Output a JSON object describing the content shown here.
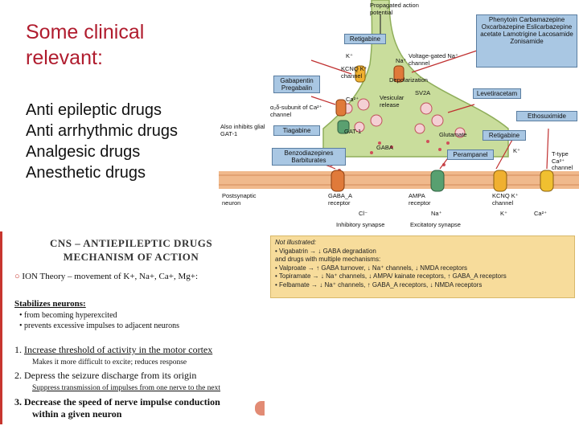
{
  "slide": {
    "title_line1": "Some clinical",
    "title_line2": "relevant:",
    "bullets": [
      "Anti epileptic drugs",
      "Anti arrhythmic drugs",
      "Analgesic drugs",
      "Anesthetic drugs"
    ]
  },
  "diagram": {
    "propagated": "Propagated action potential",
    "boxes": {
      "retigabine_top": "Retigabine",
      "phenytoin": "Phenytoin Carbamazepine Oxcarbazepine Eslicarbazepine acetate Lamotrigine Lacosamide Zonisamide",
      "gabapentin": "Gabapentin Pregabalin",
      "levetiracetam": "Levetiracetam",
      "ethosuximide": "Ethosuximide",
      "tiagabine": "Tiagabine",
      "retigabine_right": "Retigabine",
      "benzodiazepines": "Benzodiazepines Barbiturates",
      "perampanel": "Perampanel"
    },
    "labels": {
      "k_top": "K⁺",
      "na_top": "Na⁺",
      "kcnq_pre": "KCNQ K⁺ channel",
      "vg_na": "Voltage-gated Na⁺ channel",
      "depolarization": "Depolarization",
      "ca": "Ca²⁺",
      "sv2a": "SV2A",
      "vesicular": "Vesicular release",
      "a2d": "α₂δ-subunit of Ca²⁺ channel",
      "also_inhibits": "Also inhibits glial GAT-1",
      "gat1": "GAT-1",
      "glutamate": "Glutamate",
      "gaba": "GABA",
      "k_right": "K⁺",
      "ttype": "T-type Ca²⁺ channel",
      "postsynaptic": "Postsynaptic neuron",
      "gaba_a": "GABA_A receptor",
      "ampa": "AMPA receptor",
      "kcnq_post": "KCNQ K⁺ channel",
      "cl": "Cl⁻",
      "na_bottom": "Na⁺",
      "k_bottom": "K⁺",
      "ca_bottom": "Ca²⁺",
      "inhibitory": "Inhibitory synapse",
      "excitatory": "Excitatory synapse"
    },
    "colors": {
      "neuron": "#c9dd9c",
      "box": "#a9c7e3",
      "membrane": "#f0b98c"
    }
  },
  "notes": {
    "title_line1": "CNS – ANTIEPILEPTIC DRUGS",
    "title_line2": "MECHANISM OF ACTION",
    "ion_theory": "ION  Theory – movement of K+, Na+, Ca+, Mg+:",
    "stabilizes": "Stabilizes neurons:",
    "stab_1": "from becoming hyperexcited",
    "stab_2": "prevents excessive impulses to adjacent neurons",
    "item1_num": "1.",
    "item1": "Increase threshold of activity in the motor cortex",
    "item1_sub": "Makes it more difficult to excite; reduces response",
    "item2_num": "2.",
    "item2": "Depress the seizure discharge from its origin",
    "item2_sub": "Suppress transmission of impulses from one nerve to the next",
    "item3_num": "3.",
    "item3": "Decrease  the speed of nerve impulse conduction",
    "item3_cont": "within a given neuron"
  },
  "not_illustrated": {
    "title": "Not illustrated:",
    "line1": "• Vigabatrin → ↓ GABA degradation",
    "line2": "and drugs with multiple mechanisms:",
    "line3": "• Valproate → ↑ GABA turnover, ↓ Na⁺ channels, ↓ NMDA receptors",
    "line4": "• Topiramate → ↓ Na⁺ channels, ↓ AMPA/ kainate receptors, ↑ GABA_A receptors",
    "line5": "• Felbamate → ↓ Na⁺ channels, ↑ GABA_A receptors, ↓ NMDA receptors"
  }
}
